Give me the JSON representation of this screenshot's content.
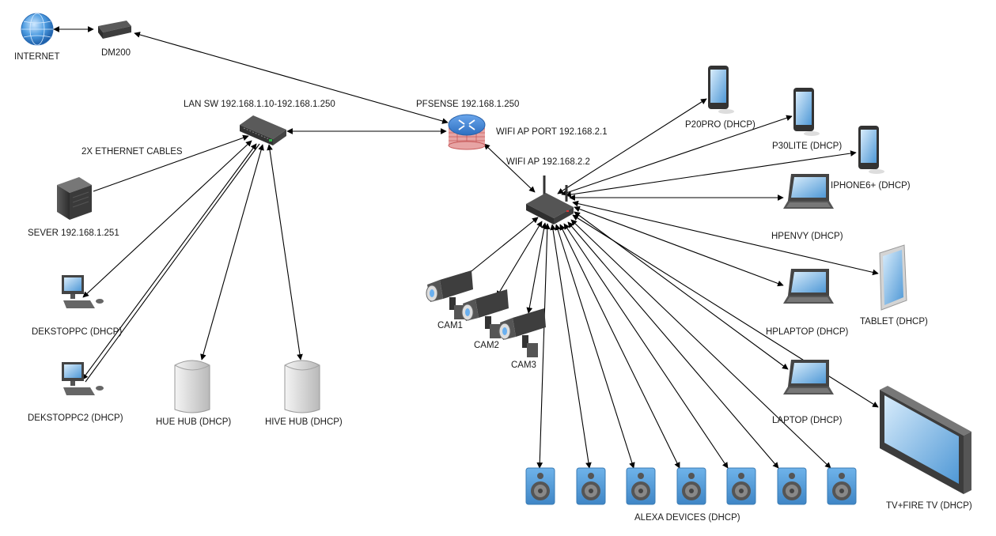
{
  "nodes": {
    "internet": {
      "label": "INTERNET",
      "icon": "globe-icon"
    },
    "dm200": {
      "label": "DM200",
      "icon": "modem-icon"
    },
    "lan_switch": {
      "label": "LAN SW 192.168.1.10-192.168.1.250",
      "icon": "switch-icon"
    },
    "pfsense": {
      "label": "PFSENSE 192.168.1.250",
      "icon": "router-icon"
    },
    "wifi_ap_port": {
      "label": "WIFI AP PORT 192.168.2.1"
    },
    "wifi_ap": {
      "label": "WIFI AP 192.168.2.2",
      "icon": "wireless-router-icon"
    },
    "ethernet_note": {
      "label": "2X ETHERNET CABLES"
    },
    "server": {
      "label": "SEVER 192.168.1.251",
      "icon": "server-icon"
    },
    "desktop1": {
      "label": "DEKSTOPPC (DHCP)",
      "icon": "desktop-pc-icon"
    },
    "desktop2": {
      "label": "DEKSTOPPC2 (DHCP)",
      "icon": "desktop-pc-icon"
    },
    "hue_hub": {
      "label": "HUE HUB (DHCP)",
      "icon": "hub-icon"
    },
    "hive_hub": {
      "label": "HIVE HUB (DHCP)",
      "icon": "hub-icon"
    },
    "cam1": {
      "label": "CAM1",
      "icon": "camera-icon"
    },
    "cam2": {
      "label": "CAM2",
      "icon": "camera-icon"
    },
    "cam3": {
      "label": "CAM3",
      "icon": "camera-icon"
    },
    "p20pro": {
      "label": "P20PRO (DHCP)",
      "icon": "phone-icon"
    },
    "p30lite": {
      "label": "P30LITE (DHCP)",
      "icon": "phone-icon"
    },
    "iphone": {
      "label": "IPHONE6+ (DHCP)",
      "icon": "phone-icon"
    },
    "hpenvy": {
      "label": "HPENVY (DHCP)",
      "icon": "laptop-icon"
    },
    "tablet": {
      "label": "TABLET (DHCP)",
      "icon": "tablet-icon"
    },
    "hplaptop": {
      "label": "HPLAPTOP (DHCP)",
      "icon": "laptop-icon"
    },
    "laptop": {
      "label": "LAPTOP (DHCP)",
      "icon": "laptop-icon"
    },
    "tv": {
      "label": "TV+FIRE TV (DHCP)",
      "icon": "tv-icon"
    },
    "alexa": {
      "label": "ALEXA DEVICES (DHCP)",
      "icon": "speaker-icon",
      "count": 7
    }
  },
  "colors": {
    "line": "#000000",
    "device_dark": "#3d3d3d",
    "screen_blue": "#5ea8e6",
    "speaker_blue": "#4f98d6",
    "router_blue": "#3b7fd0",
    "firewall_red": "#c75a5a"
  }
}
